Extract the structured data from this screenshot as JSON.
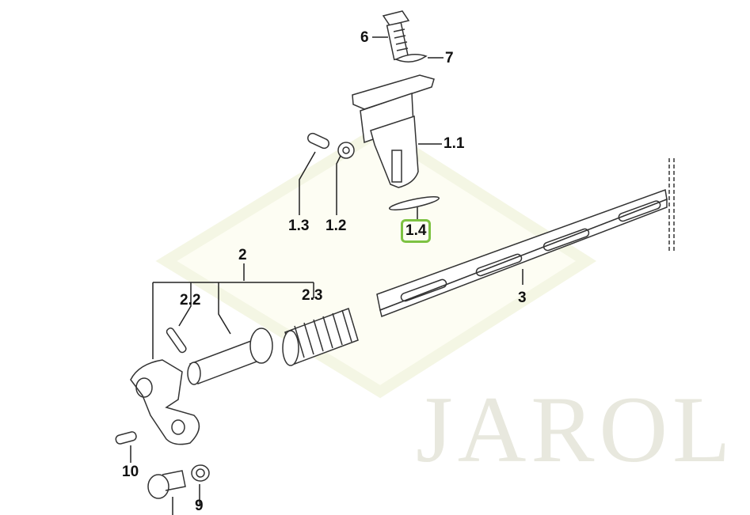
{
  "watermark": "JAROL",
  "highlight_color": "#7dc242",
  "callouts": {
    "c6": "6",
    "c7": "7",
    "c1_1": "1.1",
    "c1_3": "1.3",
    "c1_2": "1.2",
    "c1_4": "1.4",
    "c2": "2",
    "c2_2": "2.2",
    "c2_3": "2.3",
    "c3": "3",
    "c10": "10",
    "c9": "9"
  },
  "highlighted": "1.4"
}
